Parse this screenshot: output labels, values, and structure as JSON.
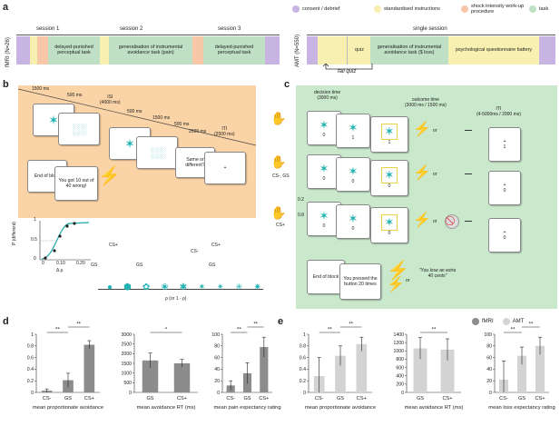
{
  "panels": {
    "a": "a",
    "b": "b",
    "c": "c",
    "d": "d",
    "e": "e"
  },
  "legend": {
    "items": [
      {
        "label": "consent / debrief",
        "color": "#c7b4e2"
      },
      {
        "label": "standardised instructions",
        "color": "#f7f0b0"
      },
      {
        "label": "shock intensity work-up procedure",
        "color": "#f7c7a8"
      },
      {
        "label": "task",
        "color": "#bfe0c5"
      }
    ]
  },
  "timeline_fmri": {
    "side_label": "fMRI (N=26)",
    "session1": "session 1",
    "session2": "session 2",
    "session3": "session 3",
    "seg1": "delayed-punished perceptual task",
    "seg2": "generalisation of instrumental avoidance task (pain)",
    "seg3": "delayed-punished perceptual task"
  },
  "timeline_amt": {
    "side_label": "AMT (N=550)",
    "single": "single session",
    "quiz": "quiz",
    "seg_gen": "generalisation of instrumental avoidance task ($ loss)",
    "seg_psy": "psychological questionnaire battery",
    "fail": "fail quiz"
  },
  "panel_b": {
    "t1": "1500 ms",
    "t2": "500 ms",
    "isi": "ISI",
    "isi_ms": "(4000 ms)",
    "t3": "500 ms",
    "t4": "1500 ms",
    "t5": "500 ms",
    "t6": "2500 ms",
    "iti": "ITI",
    "iti_ms": "(2500 ms)",
    "end_block": "End of block",
    "feedback": "You got 10 out of 40 wrong!",
    "same": "Same or different?",
    "ylabel": "P (different)",
    "xlabel": "Δ ρ",
    "yt1": "1",
    "yt2": "0.5",
    "yt3": "0",
    "xt1": "0",
    "xt2": "0.10",
    "xt3": "0.20",
    "cs_plus1": "CS+",
    "cs_minus": "CS-",
    "cs_plus2": "CS+",
    "gs1": "GS",
    "gs2": "GS",
    "gs3": "GS",
    "axis": "ρ (or 1 - ρ)"
  },
  "panel_c": {
    "decision": "decision time",
    "decision_ms": "(3000 ms)",
    "outcome": "outcome time",
    "outcome_ms": "(3000 ms / 1500 ms)",
    "iti": "ITI",
    "iti_ms": "(4-5000ms / 2000 ms)",
    "row1_label": "CS-, GS",
    "row2_label": "CS+",
    "p1": "0.2",
    "p2": "0.8",
    "or": "or",
    "zero": "0",
    "one": "1",
    "end_block": "End of block",
    "pressed": "You pressed the button 20 times",
    "lose": "\"You lose an extra 40 cents\""
  },
  "chart_legend": {
    "fmri": "fMRI",
    "amt": "AMT"
  },
  "chart_data": [
    {
      "type": "bar",
      "panel": "d",
      "categories": [
        "CS-",
        "GS",
        "CS+"
      ],
      "values": [
        0.03,
        0.21,
        0.82
      ],
      "errors": [
        0.03,
        0.12,
        0.07
      ],
      "ylim": [
        0,
        1
      ],
      "yticks": [
        "0",
        "0.2",
        "0.4",
        "0.6",
        "0.8",
        "1"
      ],
      "xlabel": "mean proportionate avoidance",
      "sig": [
        "**",
        "**"
      ],
      "color": "#8c8c8c"
    },
    {
      "type": "bar",
      "panel": "d",
      "categories": [
        "GS",
        "CS+"
      ],
      "values": [
        1650,
        1500
      ],
      "errors": [
        380,
        200
      ],
      "ylim": [
        0,
        3000
      ],
      "yticks": [
        "0",
        "500",
        "1000",
        "1500",
        "2000",
        "2500",
        "3000"
      ],
      "xlabel": "mean avoidance RT (ms)",
      "sig": [
        "*"
      ],
      "color": "#8c8c8c"
    },
    {
      "type": "bar",
      "panel": "d",
      "categories": [
        "CS-",
        "GS",
        "CS+"
      ],
      "values": [
        12,
        33,
        78
      ],
      "errors": [
        8,
        18,
        17
      ],
      "ylim": [
        0,
        100
      ],
      "yticks": [
        "0",
        "20",
        "40",
        "60",
        "80",
        "100"
      ],
      "xlabel": "mean pain expectancy rating",
      "sig": [
        "**",
        "**"
      ],
      "color": "#8c8c8c"
    },
    {
      "type": "bar",
      "panel": "e",
      "categories": [
        "CS-",
        "GS",
        "CS+"
      ],
      "values": [
        0.28,
        0.63,
        0.83
      ],
      "errors": [
        0.32,
        0.17,
        0.12
      ],
      "ylim": [
        0,
        1
      ],
      "yticks": [
        "0",
        "0.2",
        "0.4",
        "0.6",
        "0.8",
        "1"
      ],
      "xlabel": "mean proportionate avoidance",
      "sig": [
        "**",
        "**"
      ],
      "color": "#d3d3d3"
    },
    {
      "type": "bar",
      "panel": "e",
      "categories": [
        "GS",
        "CS+"
      ],
      "values": [
        1060,
        1030
      ],
      "errors": [
        260,
        260
      ],
      "ylim": [
        0,
        1400
      ],
      "yticks": [
        "0",
        "200",
        "400",
        "600",
        "800",
        "1000",
        "1200",
        "1400"
      ],
      "xlabel": "mean avoidance RT (ms)",
      "sig": [
        "**"
      ],
      "color": "#d3d3d3"
    },
    {
      "type": "bar",
      "panel": "e",
      "categories": [
        "CS-",
        "GS",
        "CS+"
      ],
      "values": [
        22,
        63,
        80
      ],
      "errors": [
        32,
        15,
        15
      ],
      "ylim": [
        0,
        100
      ],
      "yticks": [
        "0",
        "20",
        "40",
        "60",
        "80",
        "100"
      ],
      "xlabel": "mean loss expectancy rating",
      "sig": [
        "**",
        "**"
      ],
      "color": "#d3d3d3"
    }
  ]
}
